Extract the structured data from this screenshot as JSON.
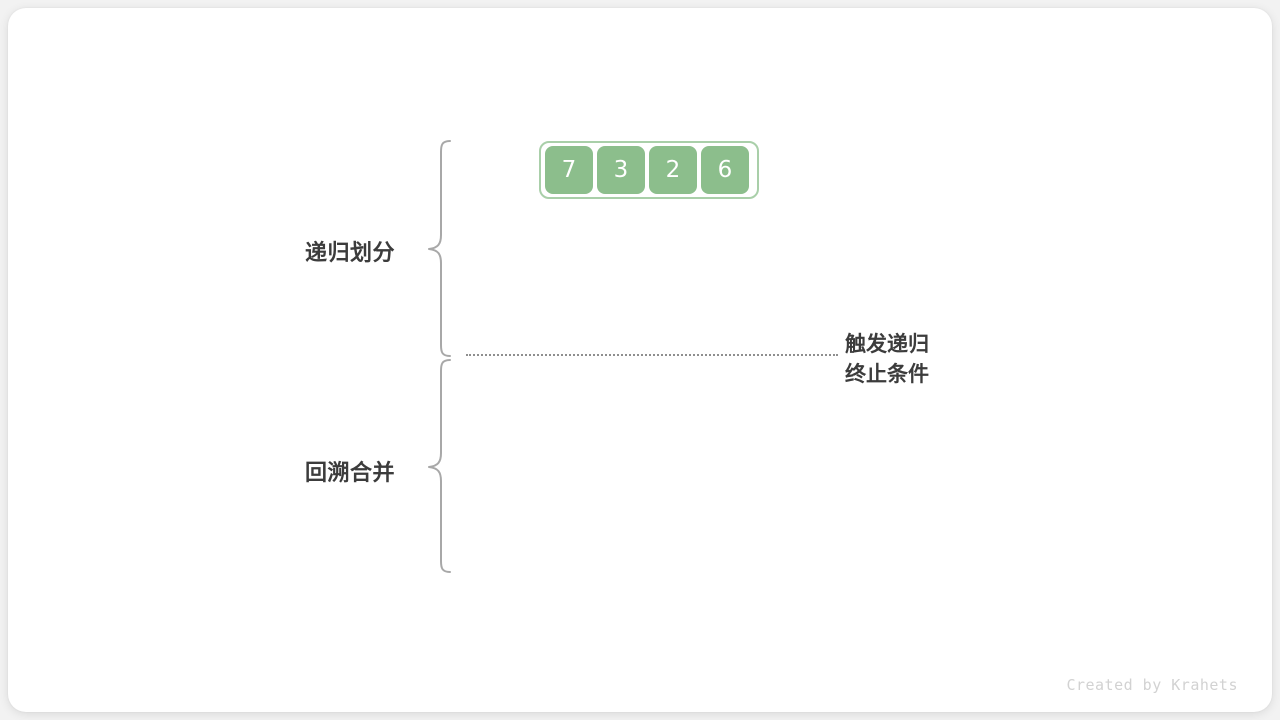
{
  "diagram": {
    "title": "merge-sort-recursion-divide-and-merge",
    "array": {
      "name": "input-array",
      "cells": [
        "7",
        "3",
        "2",
        "6"
      ],
      "cell_fill": "#8cbe8c",
      "cell_text_color": "#ffffff",
      "container_border_color": "#a9cfa9"
    },
    "sections": [
      {
        "id": "divide",
        "label": "递归划分",
        "brace": "left-curly-brace"
      },
      {
        "id": "merge",
        "label": "回溯合并",
        "brace": "left-curly-brace"
      }
    ],
    "divider": {
      "style": "dotted",
      "color": "#8f8f8f"
    },
    "annotation": {
      "line1": "触发递归",
      "line2": "终止条件"
    },
    "label_color": "#3c3c3c",
    "brace_color": "#a8a8a8",
    "watermark": "Created by Krahets",
    "watermark_color": "#d2d2d2",
    "background": "#ffffff",
    "page_background": "#f2f2f2"
  }
}
